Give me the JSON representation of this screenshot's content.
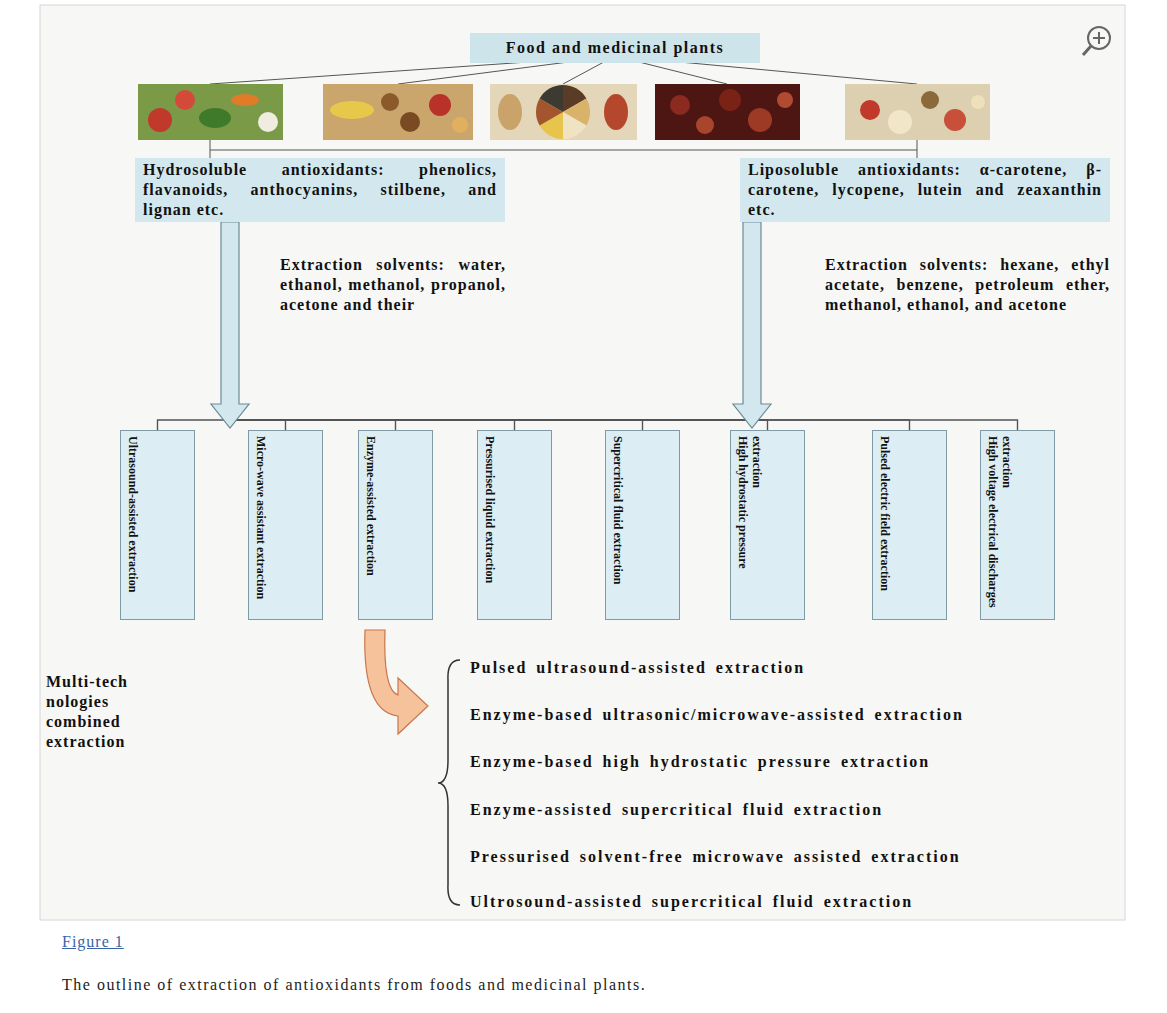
{
  "diagram": {
    "caption": "The outline of extraction of antioxidants from foods and medicinal plants.",
    "nodes": [
      {
        "text": [
          "Food and medicinal plants"
        ]
      },
      {
        "text": [
          "Hydrosoluble antioxidants: phenolics, flavanoids, anthocyanins, stilbene, and lignan etc."
        ]
      },
      {
        "text": [
          "Liposoluble antioxidants: α-carotene, β-carotene, lycopene, lutein and zeaxanthin etc."
        ]
      },
      {
        "text": [
          "Ultrasound-assisted extraction"
        ]
      },
      {
        "text": [
          "Micro-wave assistant extraction"
        ]
      },
      {
        "text": [
          "Enzyme-assisted extraction"
        ]
      },
      {
        "text": [
          "Pressurised liquid extraction"
        ]
      },
      {
        "text": [
          "Supercritical fluid extraction"
        ]
      },
      {
        "text": [
          "High hydrostatic pressure extraction"
        ]
      },
      {
        "text": [
          "Pulsed electric field extraction"
        ]
      },
      {
        "text": [
          "High voltage electrical discharges extraction"
        ]
      }
    ],
    "edges": [
      {
        "from": 1,
        "to": 3,
        "arrow": "to"
      },
      {
        "from": 1,
        "to": 4,
        "arrow": "to"
      },
      {
        "from": 1,
        "to": 5,
        "arrow": "to"
      },
      {
        "from": 1,
        "to": 6,
        "arrow": "to"
      },
      {
        "from": 1,
        "to": 7,
        "arrow": "to"
      },
      {
        "from": 1,
        "to": 8,
        "arrow": "to"
      },
      {
        "from": 1,
        "to": 9,
        "arrow": "to"
      },
      {
        "from": 1,
        "to": 10,
        "arrow": "to"
      },
      {
        "from": 2,
        "to": 3,
        "arrow": "to"
      },
      {
        "from": 2,
        "to": 4,
        "arrow": "to"
      },
      {
        "from": 2,
        "to": 5,
        "arrow": "to"
      },
      {
        "from": 2,
        "to": 6,
        "arrow": "to"
      },
      {
        "from": 2,
        "to": 7,
        "arrow": "to"
      },
      {
        "from": 2,
        "to": 8,
        "arrow": "to"
      },
      {
        "from": 2,
        "to": 9,
        "arrow": "to"
      },
      {
        "from": 2,
        "to": 10,
        "arrow": "to"
      }
    ],
    "labels": [
      "Extraction solvents: water, ethanol, methanol, propanol, acetone and their",
      "Extraction solvents: hexane, ethyl acetate, benzene, petroleum ether, methanol, ethanol, and acetone",
      "Multi-tech nologies combined extraction",
      "Pulsed ultrasound-assisted extraction",
      "Enzyme-based ultrasonic/microwave-assisted extraction",
      "Enzyme-based high hydrostatic pressure extraction",
      "Enzyme-assisted supercritical fluid extraction",
      "Pressurised solvent-free microwave assisted extraction",
      "Ultrosound-assisted supercritical fluid extraction",
      "Figure 1"
    ]
  }
}
